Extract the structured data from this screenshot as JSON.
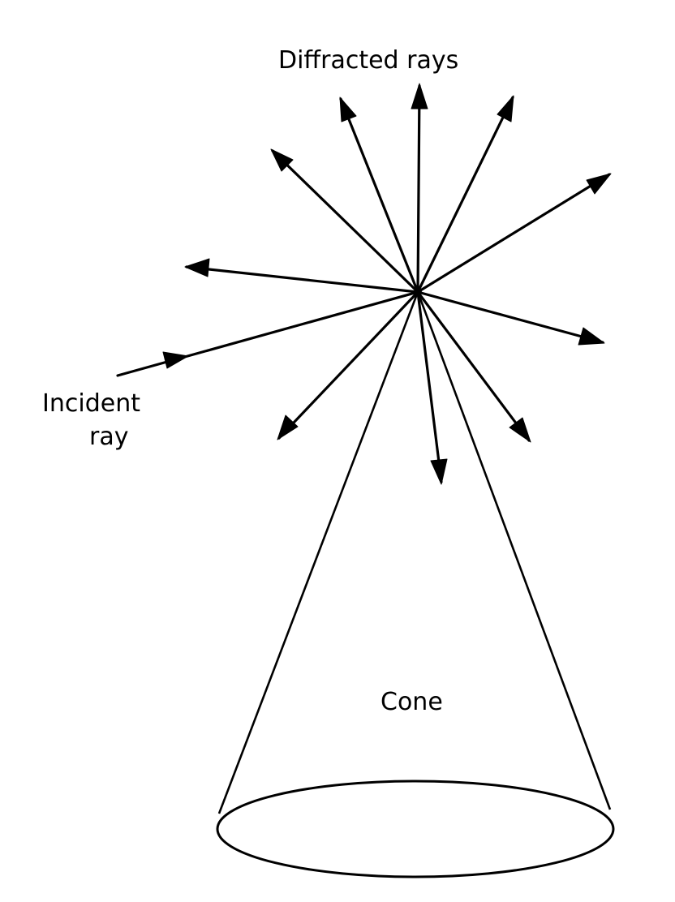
{
  "labels": {
    "diffracted": "Diffracted rays",
    "incident_line1": "Incident",
    "incident_line2": "ray",
    "cone": "Cone"
  },
  "colors": {
    "ink": "#000000",
    "background": "#ffffff"
  }
}
